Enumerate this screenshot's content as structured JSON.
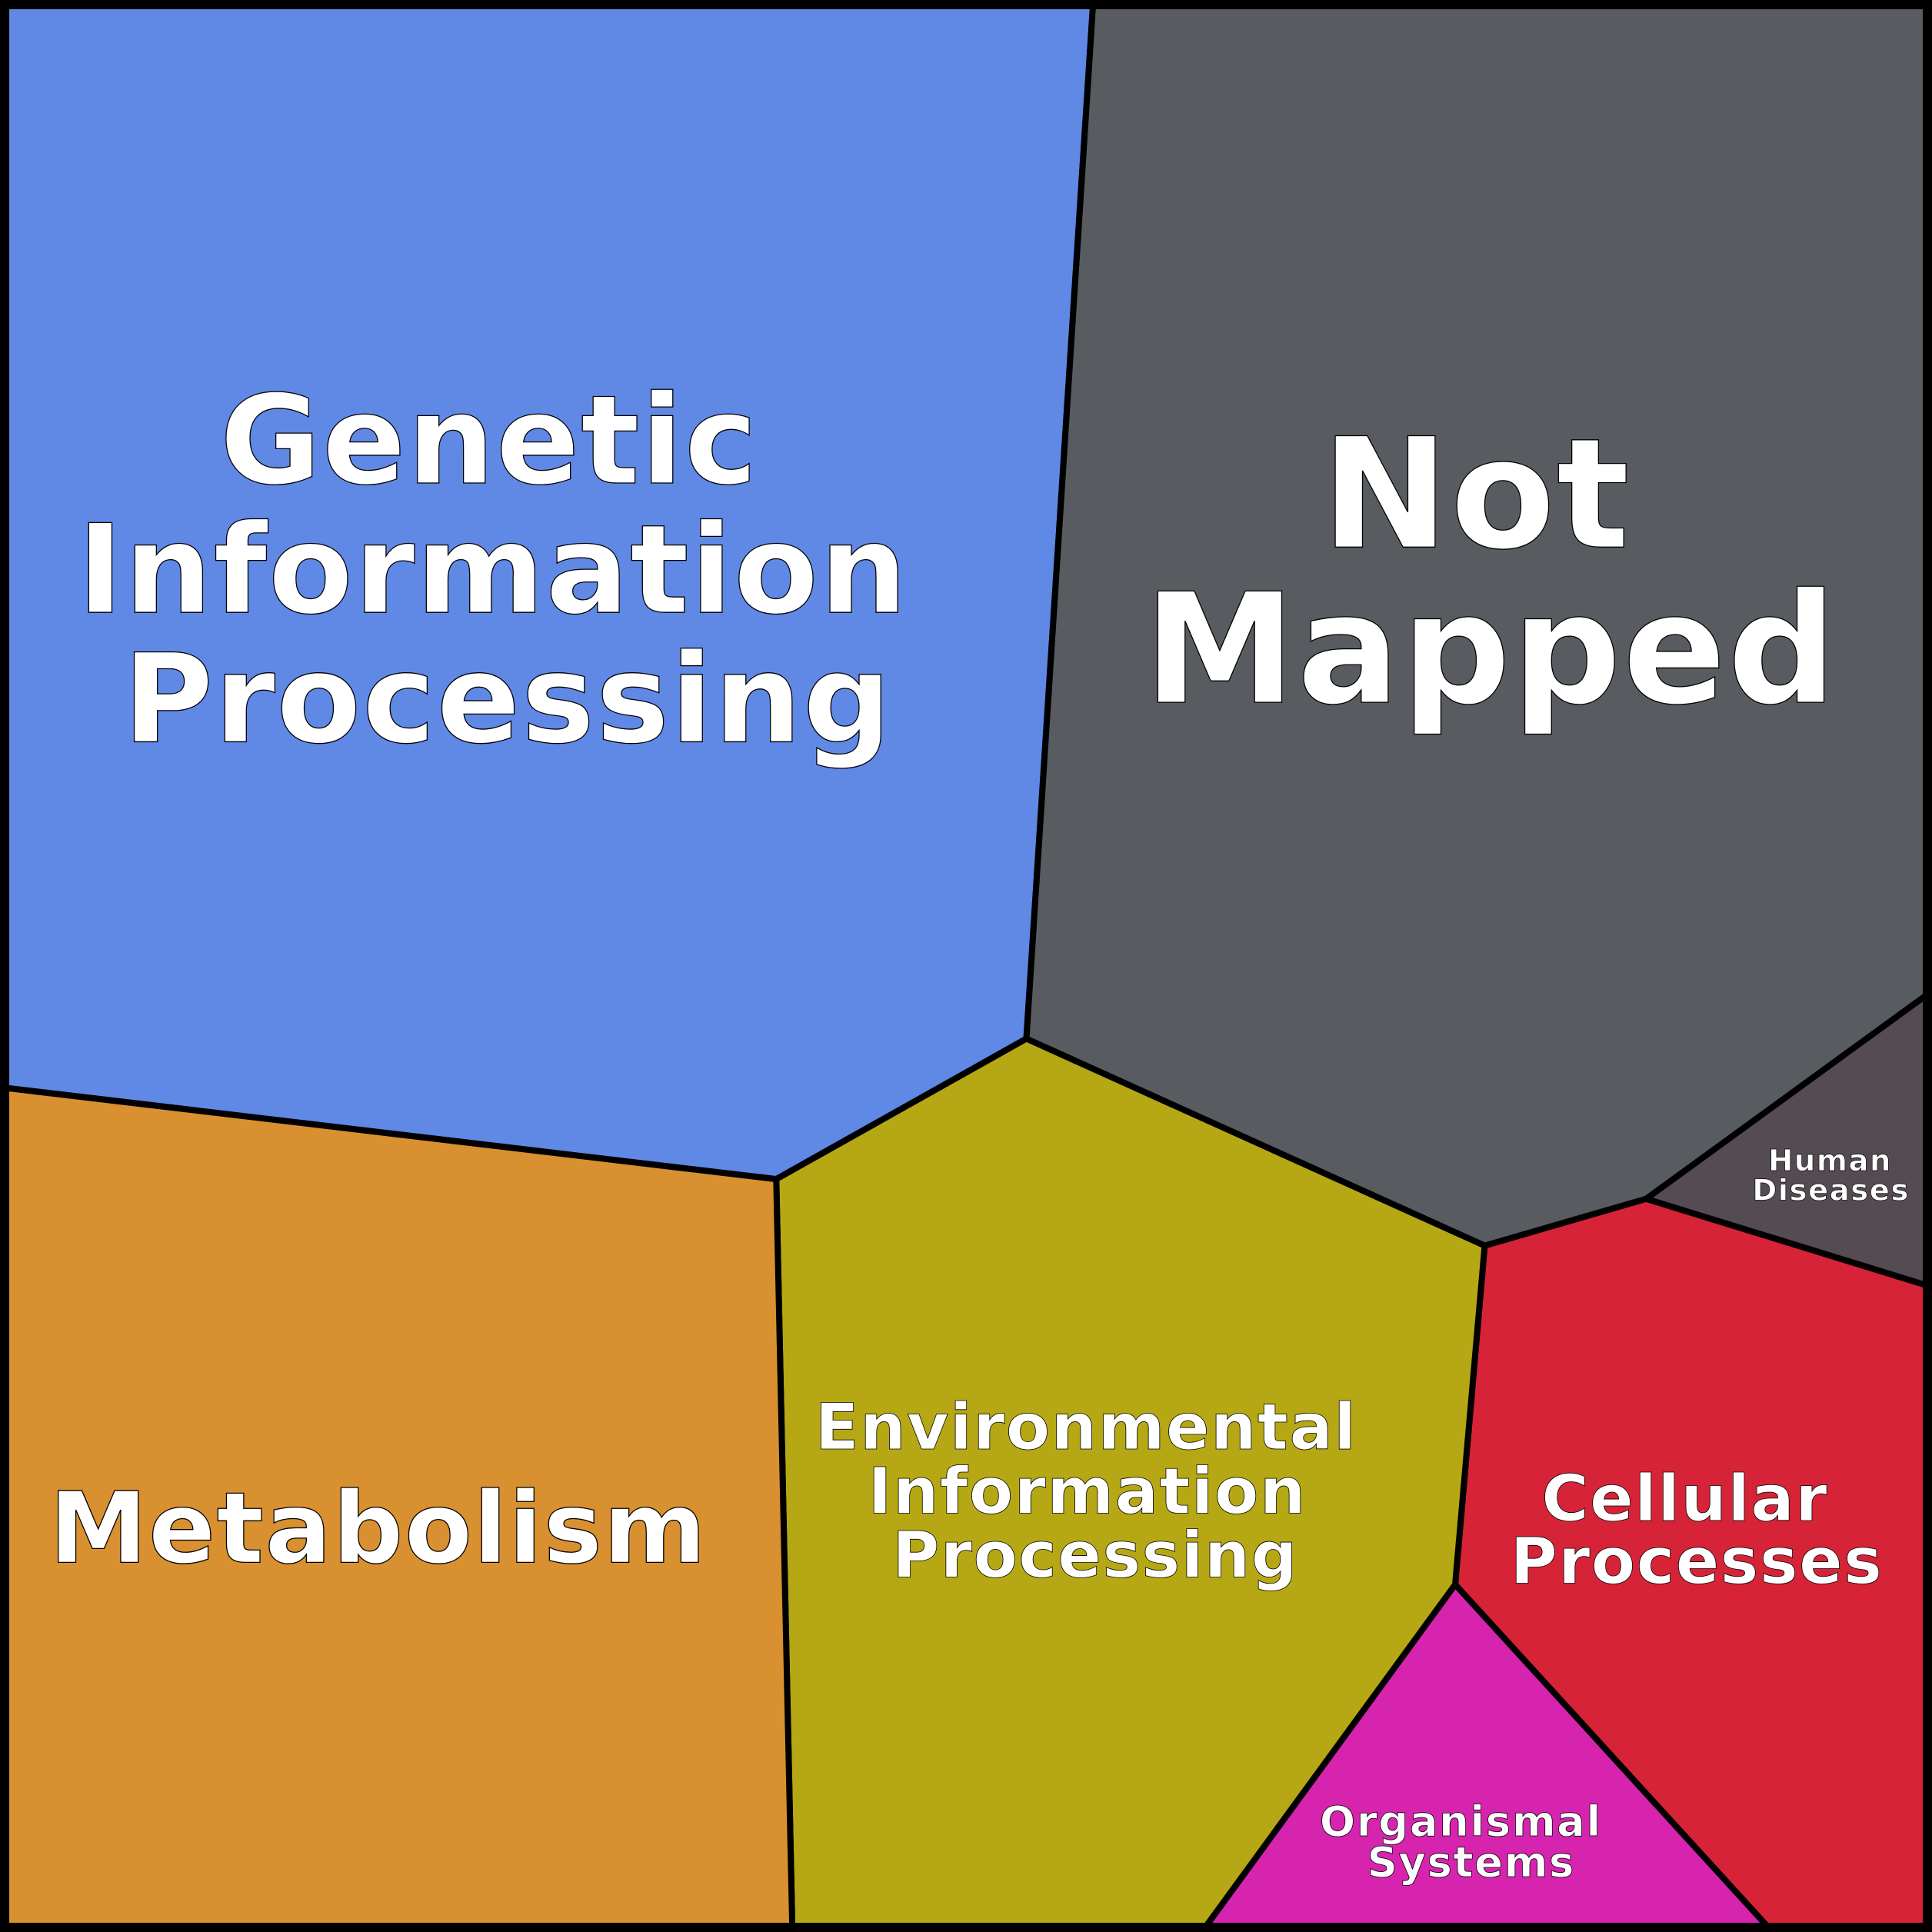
{
  "regions": {
    "genetic": {
      "lines": [
        "Genetic",
        "Information",
        "Processing"
      ],
      "color": "#6088E5"
    },
    "not_mapped": {
      "lines": [
        "Not",
        "Mapped"
      ],
      "color": "#585C60"
    },
    "human_diseases": {
      "lines": [
        "Human",
        "Diseases"
      ],
      "color": "#554B53"
    },
    "cellular": {
      "lines": [
        "Cellular",
        "Processes"
      ],
      "color": "#D72337"
    },
    "organismal": {
      "lines": [
        "Organismal",
        "Systems"
      ],
      "color": "#D624AF"
    },
    "environmental": {
      "lines": [
        "Environmental",
        "Information",
        "Processing"
      ],
      "color": "#B5A814"
    },
    "metabolism": {
      "lines": [
        "Metabolism"
      ],
      "color": "#D89030"
    }
  }
}
